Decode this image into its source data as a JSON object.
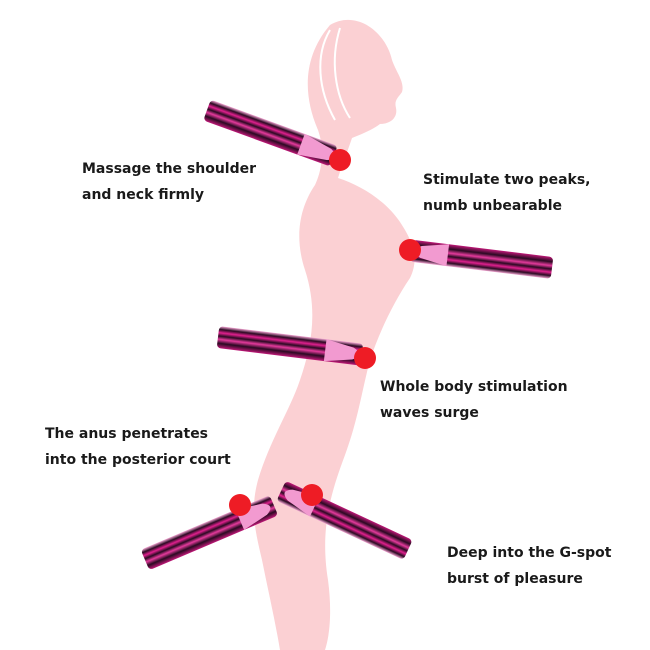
{
  "colors": {
    "silhouette": "#fbd0d3",
    "wand_dark": "#2a0a22",
    "wand_pink": "#e0208e",
    "wand_tip": "#f7a8d6",
    "dot": "#ee1c25"
  },
  "callouts": [
    {
      "id": "shoulder",
      "lines": [
        "Massage the shoulder",
        "and neck firmly"
      ]
    },
    {
      "id": "chest",
      "lines": [
        "Stimulate two peaks,",
        "numb unbearable"
      ]
    },
    {
      "id": "waist",
      "lines": [
        "Whole body stimulation",
        "waves surge"
      ]
    },
    {
      "id": "back",
      "lines": [
        "The anus penetrates",
        "into the posterior court"
      ]
    },
    {
      "id": "front",
      "lines": [
        "Deep into the G-spot",
        "burst of pleasure"
      ]
    }
  ]
}
